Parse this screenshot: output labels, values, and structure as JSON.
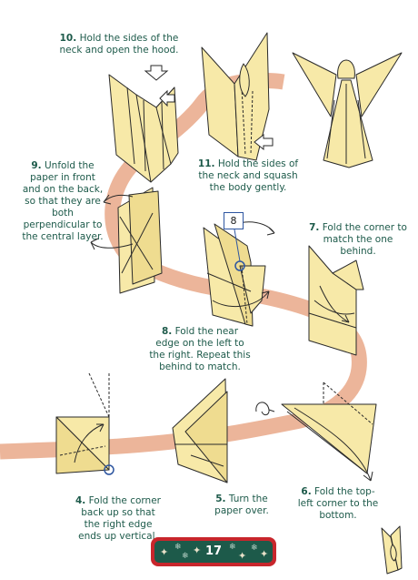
{
  "steps": [
    {
      "number": "10.",
      "text": "Hold the sides of the neck and open the hood."
    },
    {
      "number": "11.",
      "text": "Hold the sides of the neck and squash the body gently."
    },
    {
      "number": "9.",
      "text": "Unfold the paper in front and on the back, so that they are both perpendicular to the central layer."
    },
    {
      "number": "7.",
      "text": "Fold the corner to match the one behind."
    },
    {
      "number": "8.",
      "text": "Fold the near edge on the left to the right. Repeat this behind to match."
    },
    {
      "number": "4.",
      "text": "Fold the corner back up so that the right edge ends up vertical."
    },
    {
      "number": "5.",
      "text": "Turn the paper over."
    },
    {
      "number": "6.",
      "text": "Fold the top-left corner to the bottom."
    }
  ],
  "step_reference_label": "8",
  "page_number": "17",
  "colors": {
    "paper": "#f7e9a8",
    "outline": "#2a2a2a",
    "path_band": "#ecb59a",
    "caption_text": "#1d5a4a",
    "badge_border": "#c8262c",
    "badge_fill": "#1d5a4a",
    "reference_circle": "#2d55a0"
  },
  "icons": [
    "push-arrow-icon",
    "turn-over-icon",
    "snowflake-icon",
    "star-icon"
  ]
}
